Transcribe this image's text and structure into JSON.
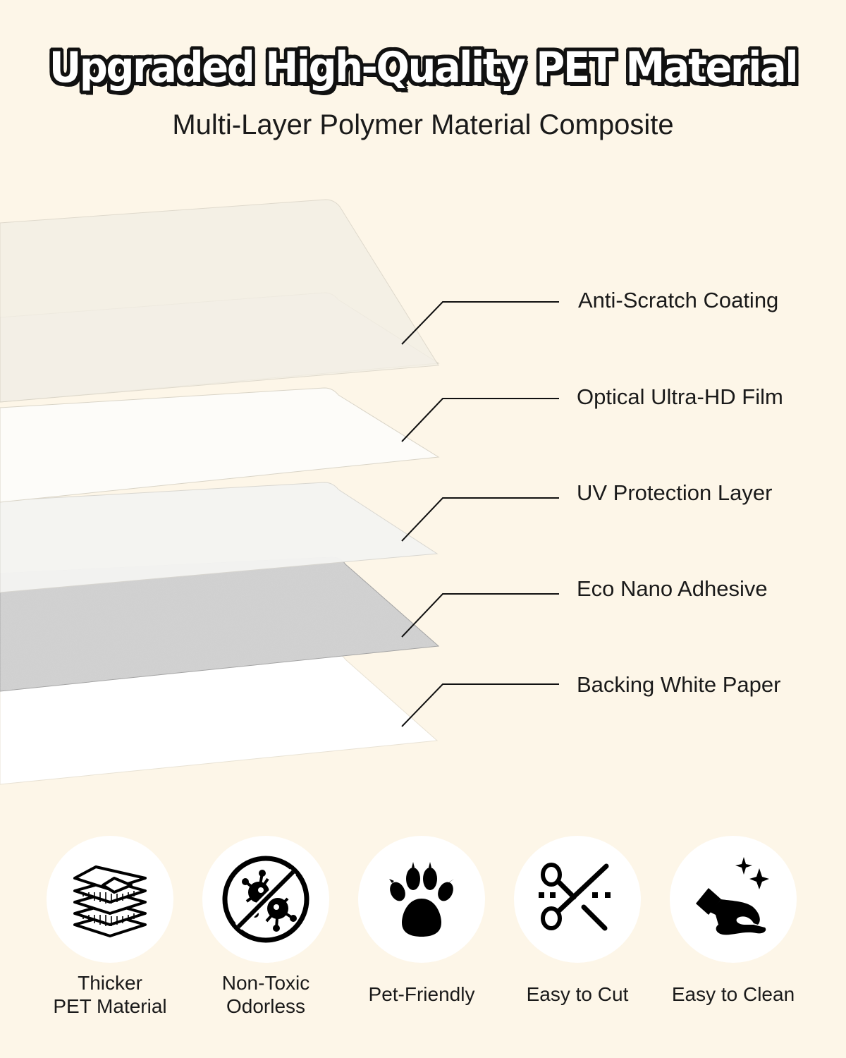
{
  "header": {
    "title": "Upgraded High-Quality PET Material",
    "subtitle": "Multi-Layer Polymer Material Composite"
  },
  "colors": {
    "background": "#fdf6e8",
    "title_fill": "#ffffff",
    "title_outline": "#111111",
    "text": "#1a1a1a",
    "adhesive_layer": "#cfcfcf"
  },
  "layers": [
    {
      "label": "Anti-Scratch Coating",
      "icon": "layer-sheet"
    },
    {
      "label": "Optical Ultra-HD Film",
      "icon": "layer-sheet"
    },
    {
      "label": "UV Protection Layer",
      "icon": "layer-sheet"
    },
    {
      "label": "Eco Nano Adhesive",
      "icon": "layer-sheet"
    },
    {
      "label": "Backing White Paper",
      "icon": "layer-sheet"
    }
  ],
  "features": [
    {
      "line1": "Thicker",
      "line2": "PET Material",
      "icon": "stacked-layers-icon"
    },
    {
      "line1": "Non-Toxic",
      "line2": "Odorless",
      "icon": "no-virus-icon"
    },
    {
      "line1": "Pet-Friendly",
      "line2": "",
      "icon": "paw-icon"
    },
    {
      "line1": "Easy to Cut",
      "line2": "",
      "icon": "scissors-icon"
    },
    {
      "line1": "Easy to Clean",
      "line2": "",
      "icon": "wipe-hand-icon"
    }
  ]
}
